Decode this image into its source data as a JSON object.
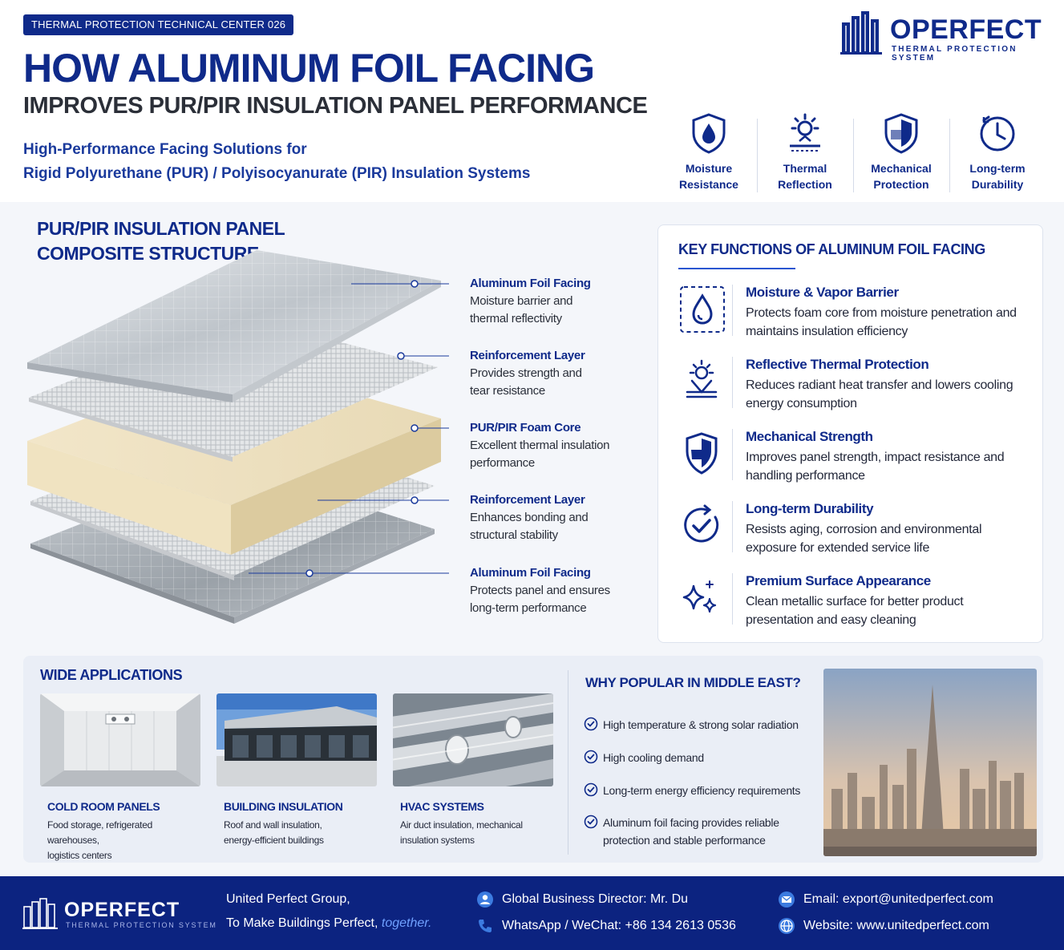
{
  "header": {
    "badge": "THERMAL PROTECTION TECHNICAL CENTER 026",
    "title": "HOW ALUMINUM FOIL FACING",
    "subtitle": "IMPROVES PUR/PIR INSULATION PANEL PERFORMANCE",
    "tagline_1": "High-Performance Facing Solutions for",
    "tagline_2": "Rigid Polyurethane (PUR) / Polyisocyanurate (PIR) Insulation Systems"
  },
  "brand": {
    "name": "OPERFECT",
    "sub": "THERMAL PROTECTION SYSTEM"
  },
  "features": [
    {
      "l1": "Moisture",
      "l2": "Resistance",
      "icon": "water-drop-shield-icon"
    },
    {
      "l1": "Thermal",
      "l2": "Reflection",
      "icon": "sun-reflection-icon"
    },
    {
      "l1": "Mechanical",
      "l2": "Protection",
      "icon": "shield-icon"
    },
    {
      "l1": "Long-term",
      "l2": "Durability",
      "icon": "clock-icon"
    }
  ],
  "structure": {
    "title_1": "PUR/PIR INSULATION PANEL",
    "title_2": "COMPOSITE STRUCTURE",
    "layers": [
      {
        "h": "Aluminum Foil Facing",
        "d1": "Moisture barrier and",
        "d2": "thermal reflectivity"
      },
      {
        "h": "Reinforcement Layer",
        "d1": "Provides strength and",
        "d2": "tear resistance"
      },
      {
        "h": "PUR/PIR Foam Core",
        "d1": "Excellent thermal insulation",
        "d2": "performance"
      },
      {
        "h": "Reinforcement Layer",
        "d1": "Enhances bonding and",
        "d2": "structural stability"
      },
      {
        "h": "Aluminum Foil Facing",
        "d1": "Protects panel and ensures",
        "d2": "long-term performance"
      }
    ]
  },
  "key_functions": {
    "title": "KEY FUNCTIONS OF ALUMINUM FOIL FACING",
    "items": [
      {
        "h": "Moisture & Vapor Barrier",
        "d": "Protects foam core from moisture penetration and maintains insulation efficiency",
        "icon": "water-drop-icon"
      },
      {
        "h": "Reflective Thermal Protection",
        "d": "Reduces radiant heat transfer and lowers cooling energy consumption",
        "icon": "sun-reflect-icon"
      },
      {
        "h": "Mechanical Strength",
        "d": "Improves panel strength, impact resistance and handling performance",
        "icon": "shield-icon"
      },
      {
        "h": "Long-term Durability",
        "d": "Resists aging, corrosion and environmental exposure for extended service life",
        "icon": "check-circle-icon"
      },
      {
        "h": "Premium Surface Appearance",
        "d": "Clean metallic surface for better product presentation and easy cleaning",
        "icon": "sparkle-icon"
      }
    ]
  },
  "applications": {
    "title": "WIDE APPLICATIONS",
    "items": [
      {
        "h": "COLD ROOM PANELS",
        "d1": "Food storage, refrigerated warehouses,",
        "d2": "logistics centers"
      },
      {
        "h": "BUILDING INSULATION",
        "d1": "Roof and wall insulation,",
        "d2": "energy-efficient buildings"
      },
      {
        "h": "HVAC SYSTEMS",
        "d1": "Air duct insulation, mechanical",
        "d2": "insulation systems"
      }
    ]
  },
  "why": {
    "title": "WHY POPULAR IN MIDDLE EAST?",
    "items": [
      "High temperature & strong solar radiation",
      "High cooling demand",
      "Long-term energy efficiency requirements",
      "Aluminum foil facing provides reliable protection and stable performance"
    ]
  },
  "footer": {
    "brand": "OPERFECT",
    "brand_sub": "THERMAL PROTECTION SYSTEM",
    "company": "United Perfect Group,",
    "slogan": "To Make Buildings Perfect,",
    "slogan_accent": "together.",
    "director": "Global Business Director: Mr. Du",
    "whatsapp": "WhatsApp / WeChat: +86 134 2613 0536",
    "email": "Email: export@unitedperfect.com",
    "website": "Website: www.unitedperfect.com"
  }
}
